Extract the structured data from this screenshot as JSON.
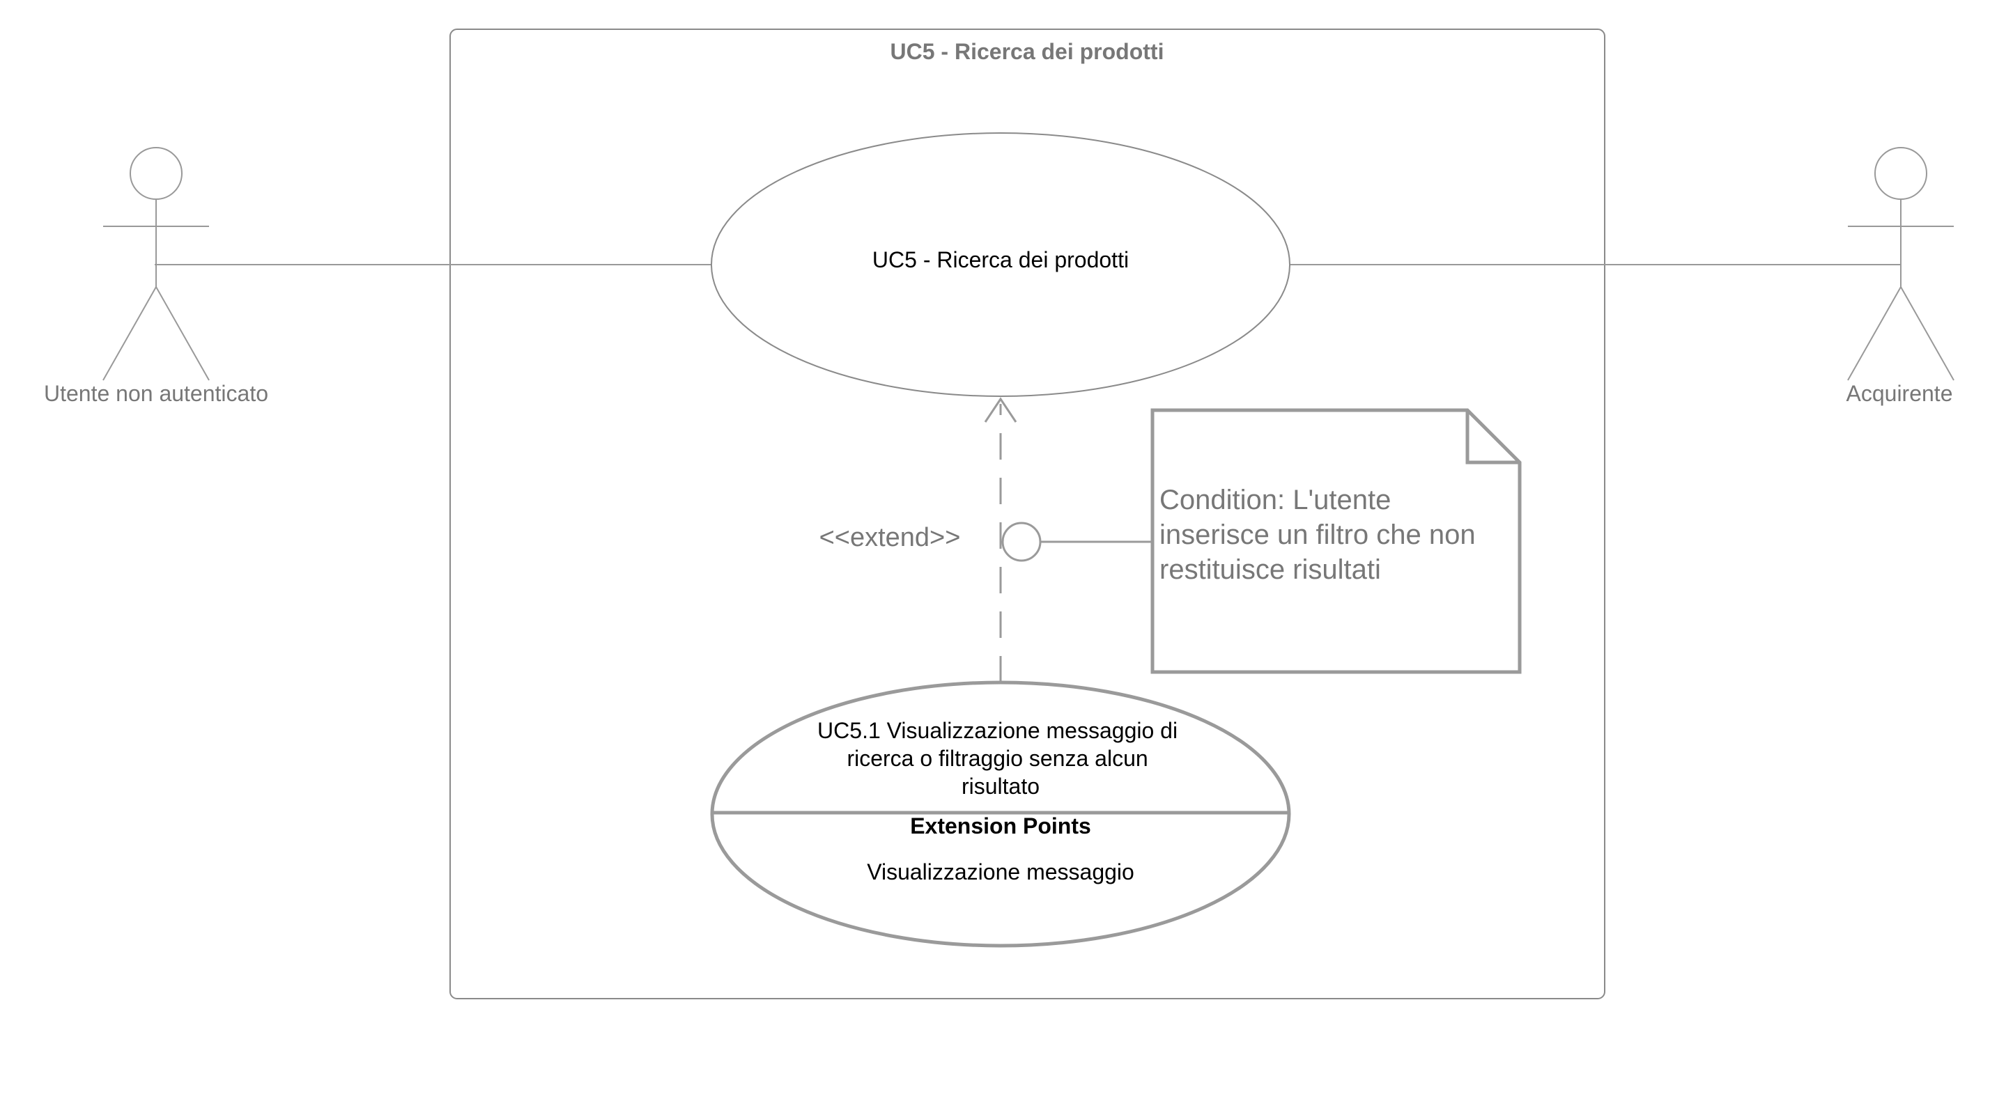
{
  "colors": {
    "line": "#999999",
    "line_thin": "#8a8a8a",
    "border": "#9a9a9a",
    "text_dark": "#000000",
    "text_gray": "#777777"
  },
  "system": {
    "title": "UC5 - Ricerca dei prodotti"
  },
  "actors": {
    "left": {
      "label": "Utente non autenticato",
      "icon": "stick-figure-icon"
    },
    "right": {
      "label": "Acquirente",
      "icon": "stick-figure-icon"
    }
  },
  "use_cases": {
    "main": {
      "label": "UC5 - Ricerca dei prodotti"
    },
    "extension": {
      "label_lines": [
        "UC5.1 Visualizzazione messaggio di",
        "ricerca o filtraggio senza alcun",
        "risultato"
      ],
      "extension_points_title": "Extension Points",
      "extension_point": "Visualizzazione messaggio"
    }
  },
  "relationship": {
    "stereotype": "<<extend>>"
  },
  "note": {
    "lines": [
      "Condition: L'utente",
      "inserisce un filtro che non",
      "restituisce risultati"
    ]
  }
}
